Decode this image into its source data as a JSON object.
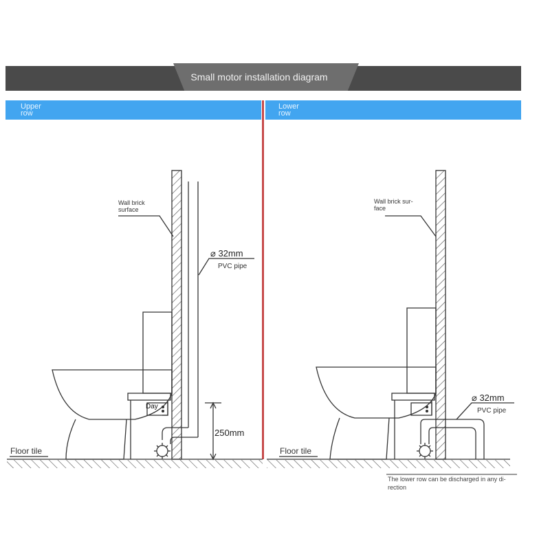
{
  "title": "Small motor installation diagram",
  "panels": {
    "left": {
      "row_label": "Upper\nrow",
      "wall_label": "Wall brick\nsurface",
      "pipe_size": "⌀ 32mm",
      "pipe_type": "PVC pipe",
      "height": "250mm",
      "floor": "Floor tile",
      "motor_text": "Day"
    },
    "right": {
      "row_label": "Lower\nrow",
      "wall_label": "Wall brick sur-\nface",
      "pipe_size": "⌀ 32mm",
      "pipe_type": "PVC pipe",
      "floor": "Floor tile",
      "note": "The lower row can be discharged in any di-\nrection"
    }
  },
  "colors": {
    "banner": "#4a4a4a",
    "banner_tab": "#6e6e6e",
    "row_bar": "#42a5f0",
    "divider": "#c64a4a"
  }
}
